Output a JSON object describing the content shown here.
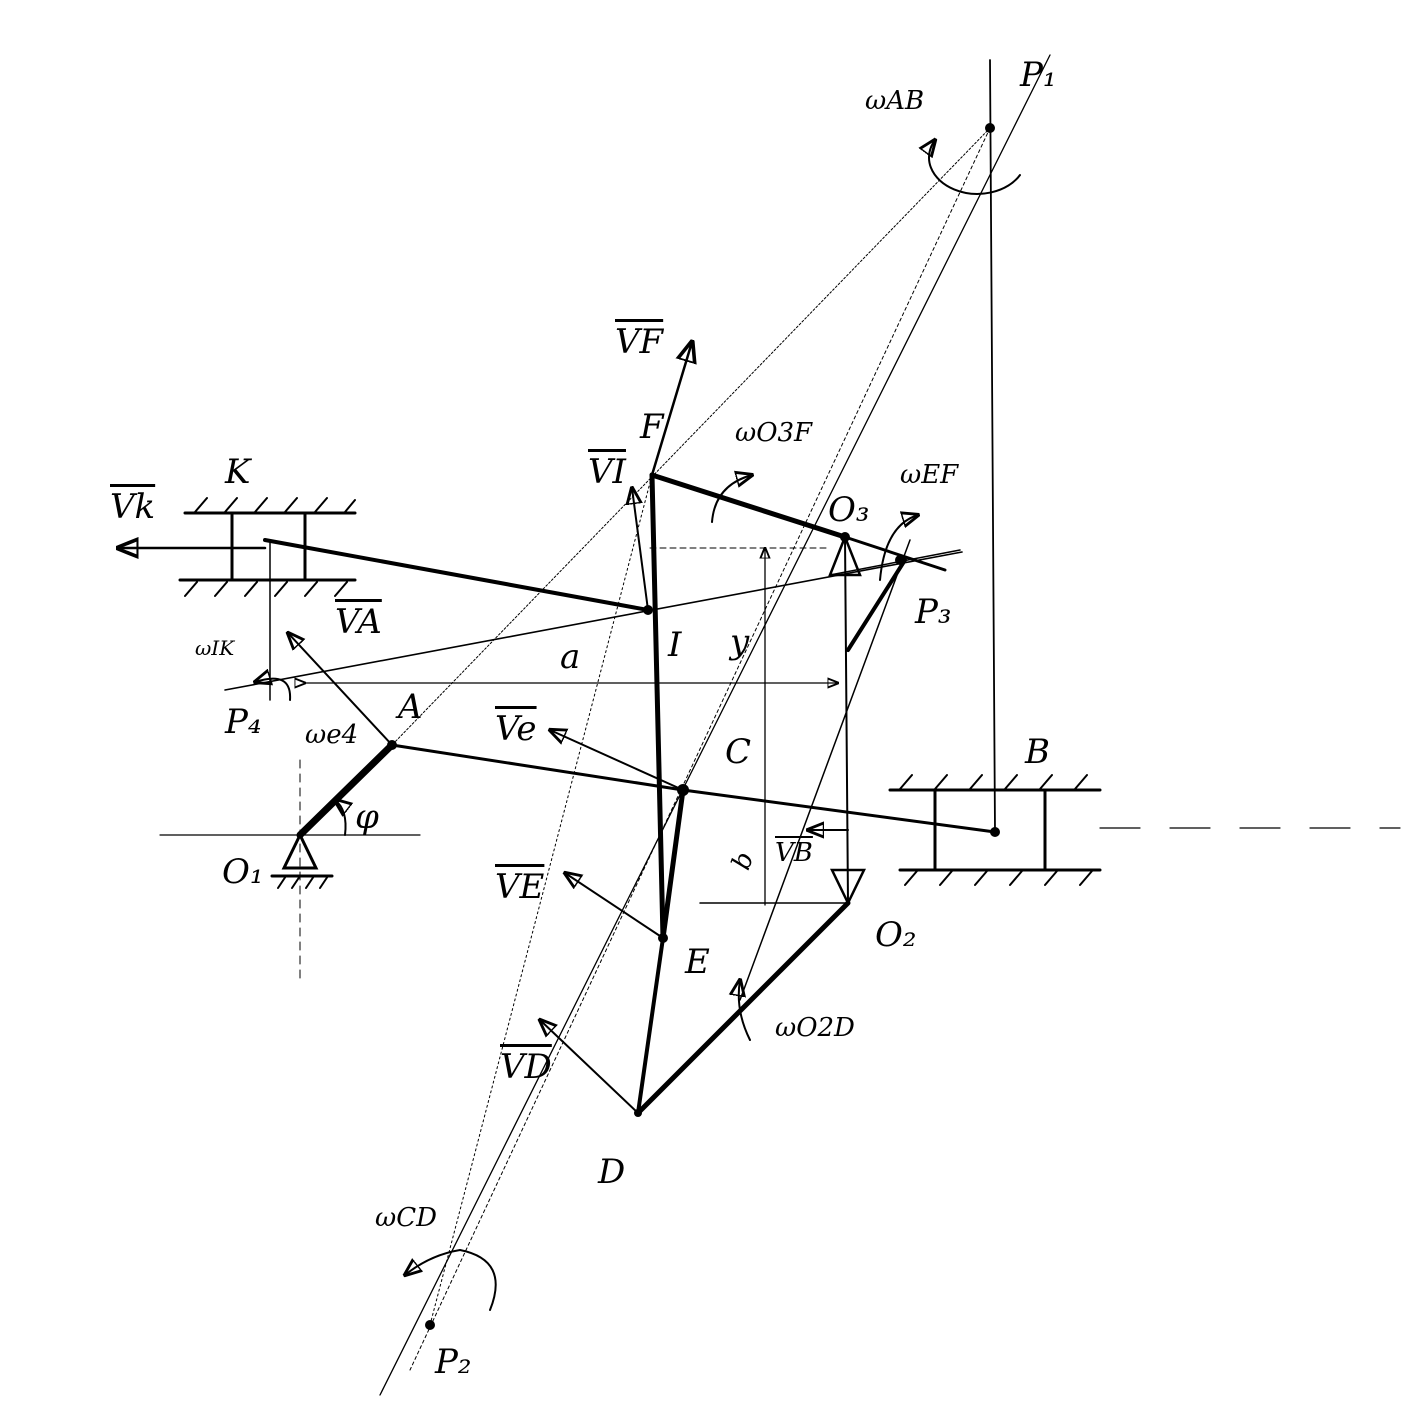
{
  "colors": {
    "ink": "#000000",
    "paper": "#ffffff"
  },
  "points": {
    "P1": "P₁",
    "P2": "P₂",
    "P3": "P₃",
    "P4": "P₄",
    "O1": "O₁",
    "O2": "O₂",
    "O3": "O₃",
    "A": "A",
    "B": "B",
    "C": "C",
    "D": "D",
    "E": "E",
    "F": "F",
    "I": "I",
    "K": "K"
  },
  "angular_velocities": {
    "AB": "ωAB",
    "O3F": "ωO3F",
    "EF": "ωEF",
    "IK": "ωIK",
    "e4": "ωe4",
    "O2D": "ωO2D",
    "CD": "ωCD"
  },
  "velocities": {
    "VF": "VF",
    "VI": "VI",
    "VK": "Vk",
    "VA": "VA",
    "Ve": "Ve",
    "VE": "VE",
    "VD": "VD",
    "VB": "VB"
  },
  "dimensions": {
    "a": "a",
    "y": "y",
    "b": "b",
    "phi": "φ"
  }
}
